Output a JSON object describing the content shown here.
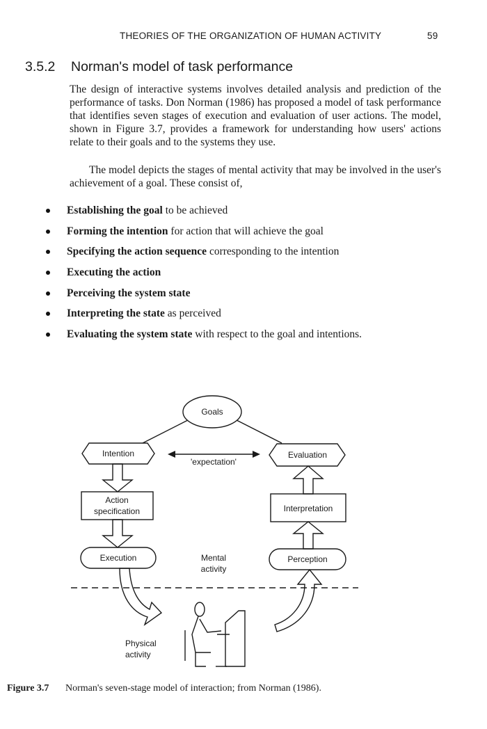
{
  "running_head": {
    "title": "THEORIES OF THE ORGANIZATION OF HUMAN ACTIVITY",
    "page_number": "59"
  },
  "section": {
    "number": "3.5.2",
    "title": "Norman's model of task performance"
  },
  "paragraphs": [
    "The design of interactive systems involves detailed analysis and prediction of the performance of tasks. Don Norman (1986) has proposed a model of task performance that identifies seven stages of execution and evaluation of user actions. The model, shown in Figure 3.7, provides a framework for understanding how users' actions relate to their goals and to the systems they use.",
    "The model depicts the stages of mental activity that may be involved in the user's achievement of a goal. These consist of,"
  ],
  "bullets": [
    {
      "bold": "Establishing the goal",
      "rest": " to be achieved"
    },
    {
      "bold": "Forming the intention",
      "rest": " for action that will achieve the goal"
    },
    {
      "bold": "Specifying the action sequence",
      "rest": " corresponding to the intention"
    },
    {
      "bold": "Executing the action",
      "rest": ""
    },
    {
      "bold": "Perceiving the system state",
      "rest": ""
    },
    {
      "bold": "Interpreting the state",
      "rest": " as perceived"
    },
    {
      "bold": "Evaluating the system state",
      "rest": " with respect to the goal and intentions."
    }
  ],
  "figure": {
    "goals": "Goals",
    "intention": "Intention",
    "evaluation": "Evaluation",
    "expectation": "'expectation'",
    "action_spec_line1": "Action",
    "action_spec_line2": "specification",
    "interpretation": "Interpretation",
    "execution": "Execution",
    "perception": "Perception",
    "mental_line1": "Mental",
    "mental_line2": "activity",
    "physical_line1": "Physical",
    "physical_line2": "activity"
  },
  "caption": {
    "label": "Figure 3.7",
    "text": "Norman's seven-stage model of interaction; from Norman (1986)."
  }
}
